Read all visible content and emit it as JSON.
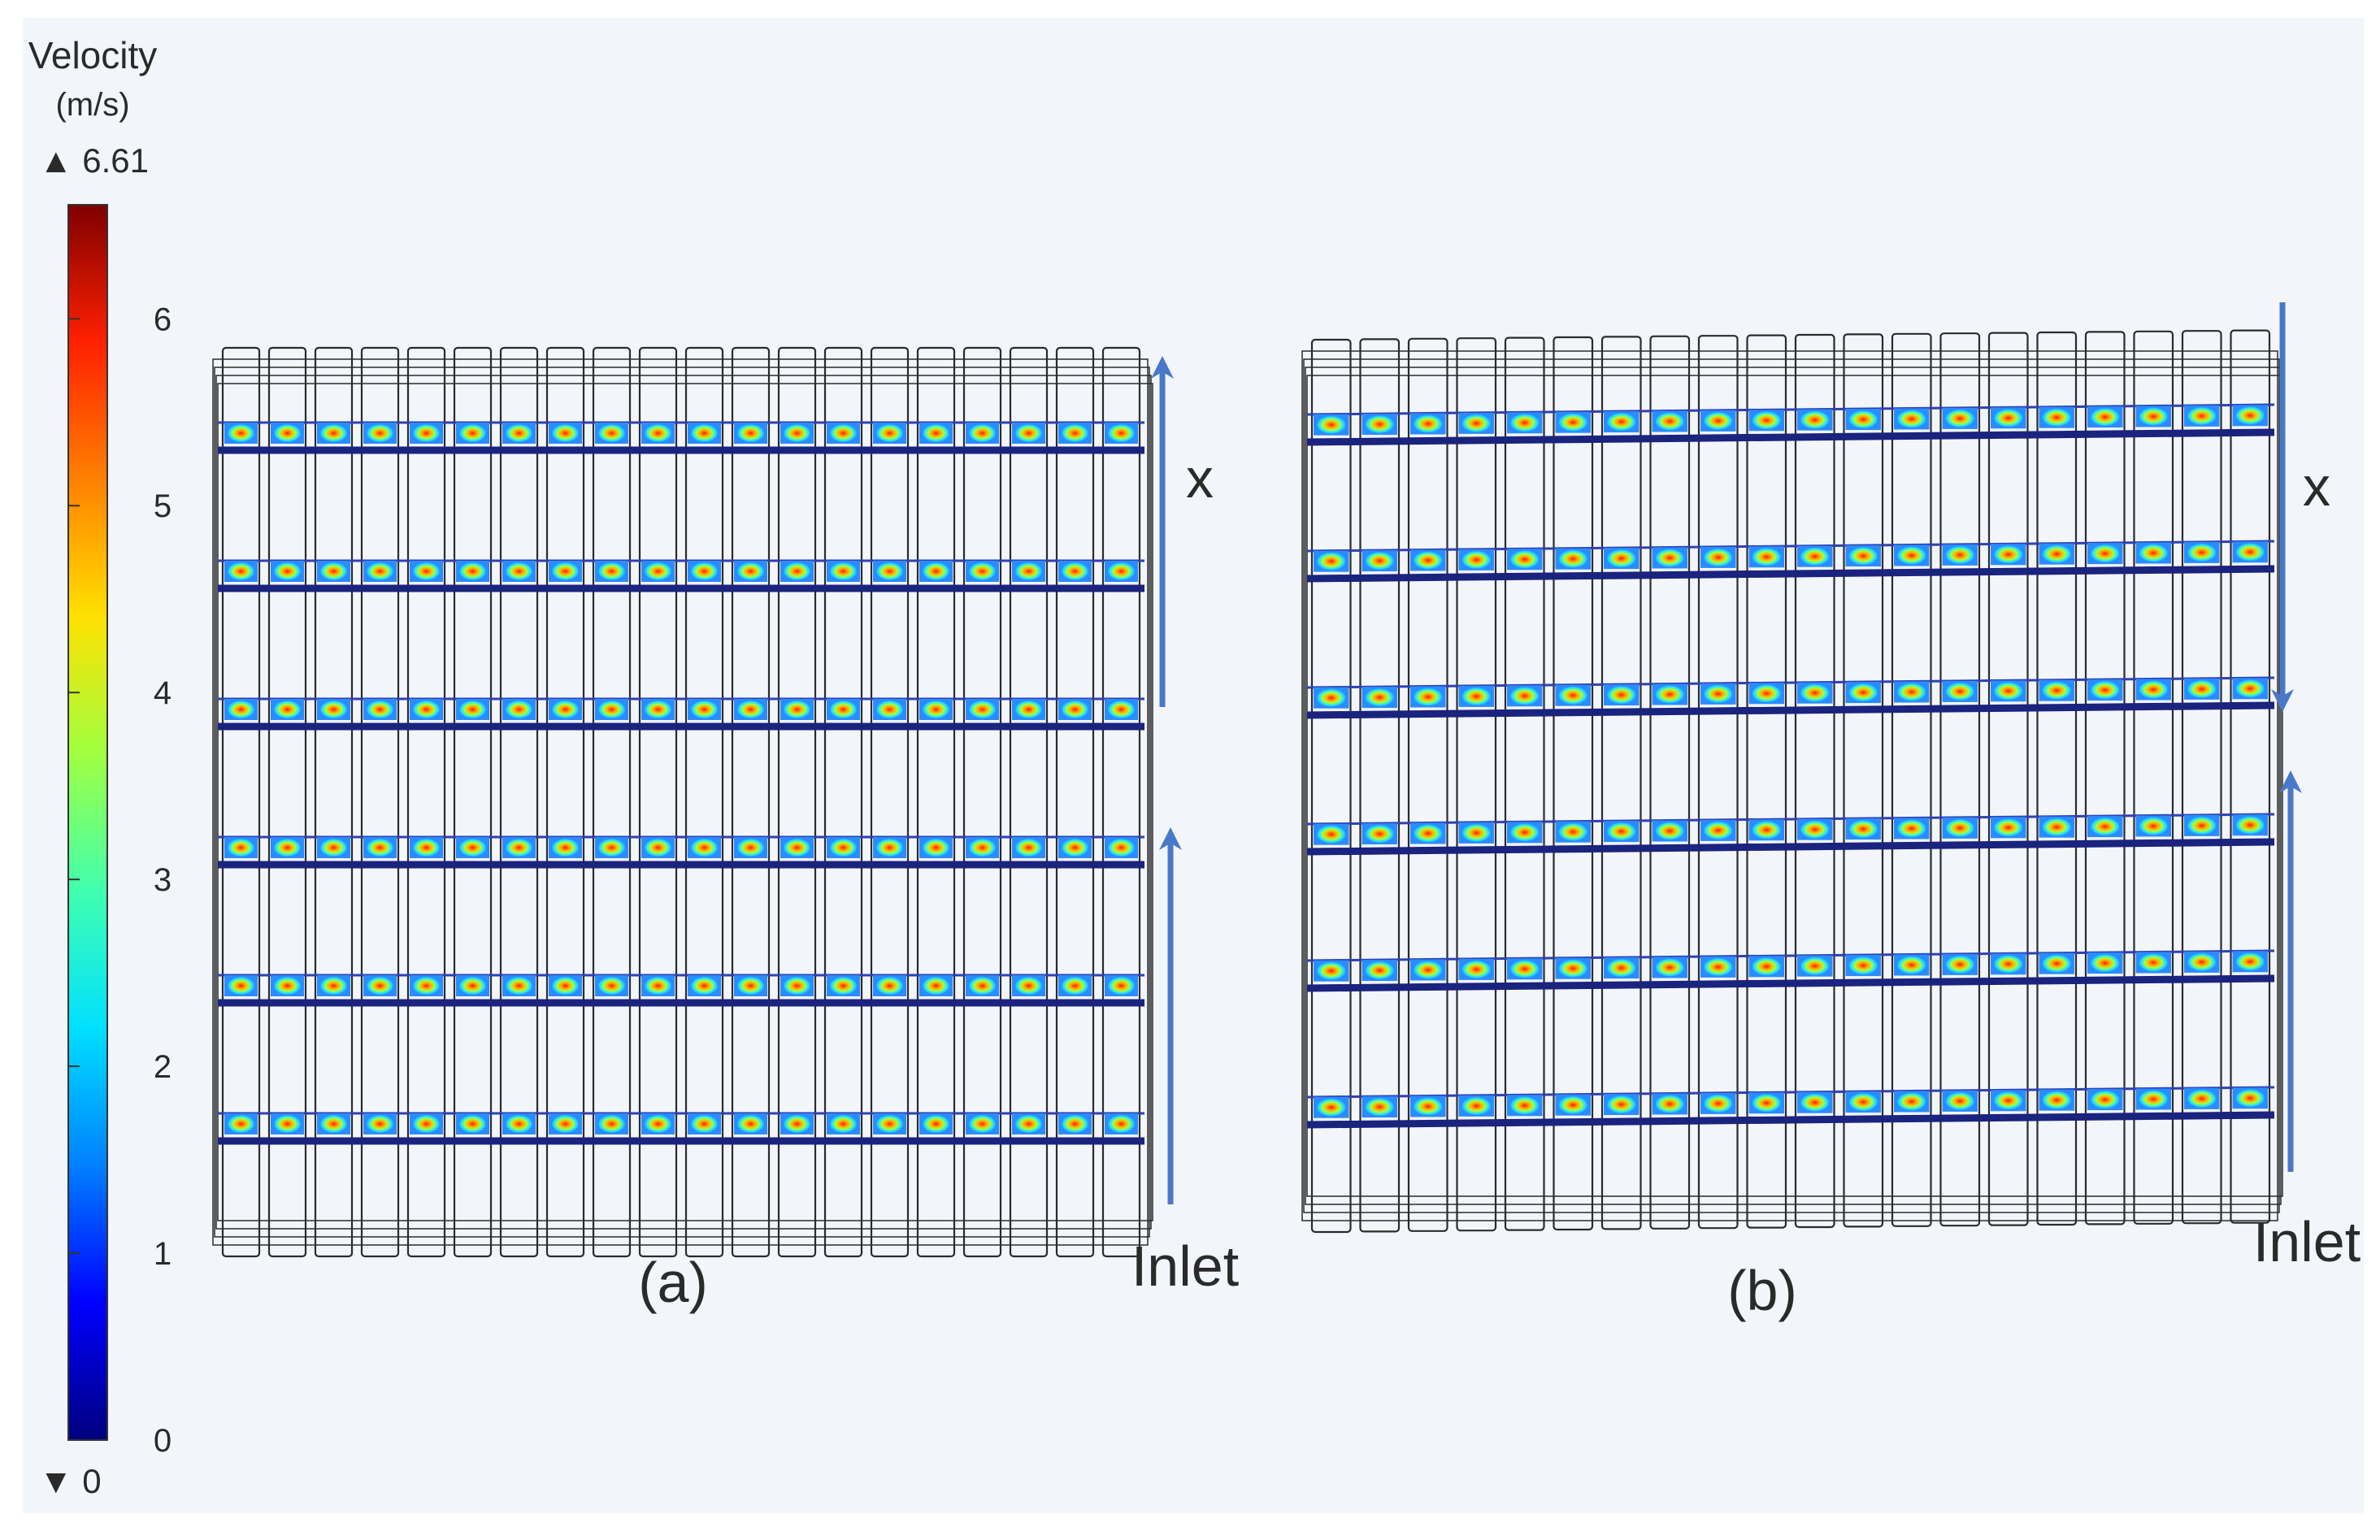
{
  "legend": {
    "title": "Velocity",
    "unit": "(m/s)",
    "max_label": "▲ 6.61",
    "min_label": "▼ 0",
    "max_value": 6.61,
    "min_value": 0,
    "ticks": [
      "0",
      "1",
      "2",
      "3",
      "4",
      "5",
      "6"
    ],
    "colormap": [
      "#00007f",
      "#0000ff",
      "#0080ff",
      "#00e0ff",
      "#40ffb0",
      "#a0ff40",
      "#ffe000",
      "#ff8000",
      "#ff2000",
      "#7f0000"
    ]
  },
  "panels": [
    {
      "caption": "(a)",
      "channels": 20,
      "rows": 6,
      "arrows": [
        {
          "label": "x",
          "direction": "up"
        },
        {
          "label": "Inlet",
          "direction": "up"
        }
      ]
    },
    {
      "caption": "(b)",
      "channels": 20,
      "rows": 6,
      "arrows": [
        {
          "label": "x",
          "direction": "down"
        },
        {
          "label": "Inlet",
          "direction": "up"
        }
      ]
    }
  ],
  "colors": {
    "frame": "#2b2b2b",
    "row_band": "#1a237e",
    "arrow": "#4a78c8"
  }
}
